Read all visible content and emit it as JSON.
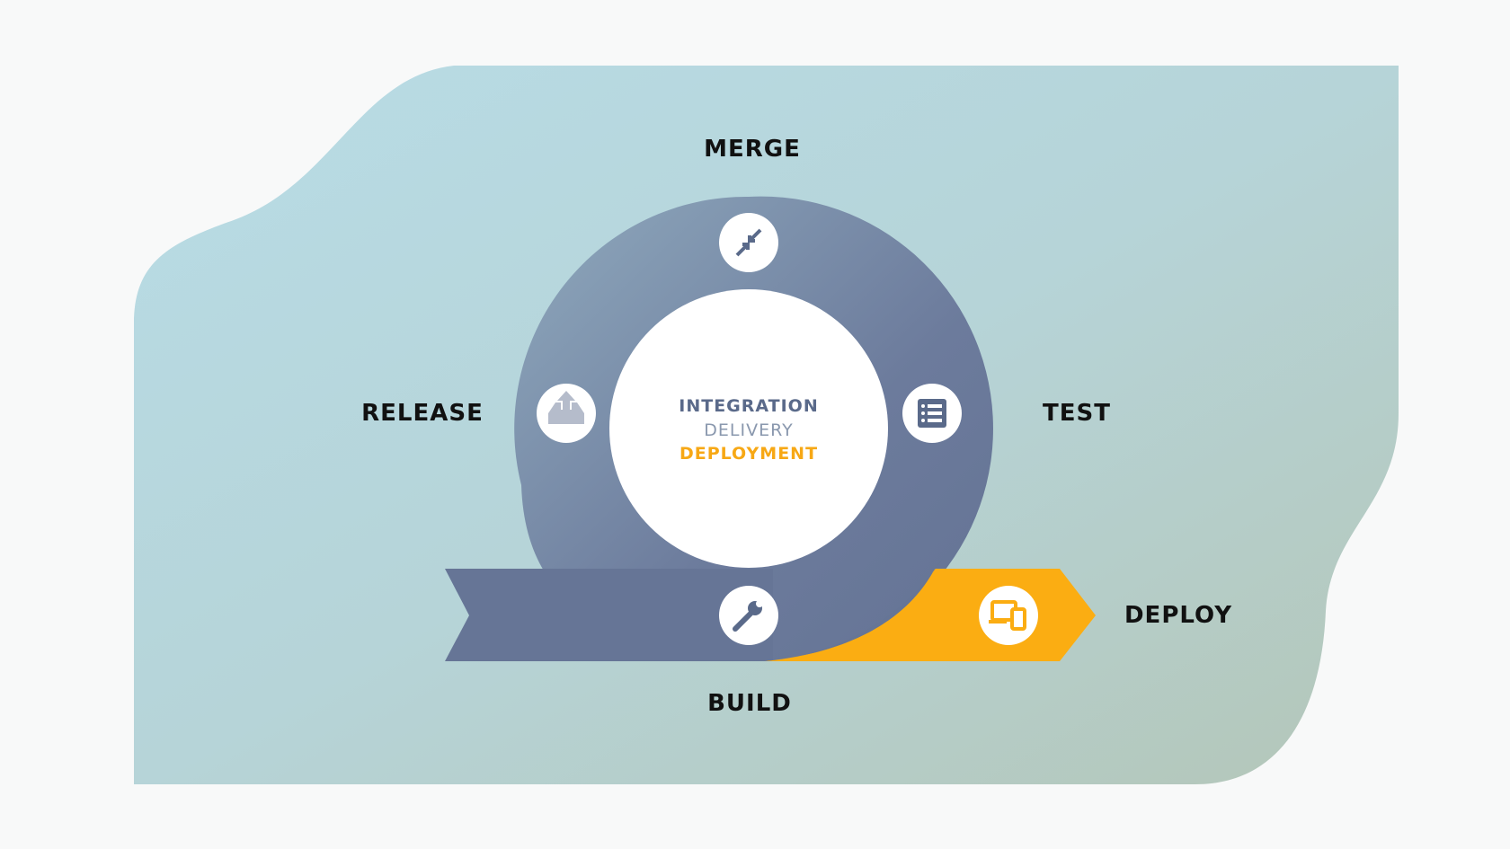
{
  "stages": {
    "merge": "MERGE",
    "release": "RELEASE",
    "test": "TEST",
    "build": "BUILD",
    "deploy": "DEPLOY"
  },
  "center": {
    "line1": "INTEGRATION",
    "line2": "DELIVERY",
    "line3": "DEPLOYMENT"
  },
  "colors": {
    "ring": "#6a7a9c",
    "accent": "#fbad12",
    "integration": "#5a6a8a",
    "delivery": "#8a98ae",
    "deployment": "#f7a815"
  }
}
